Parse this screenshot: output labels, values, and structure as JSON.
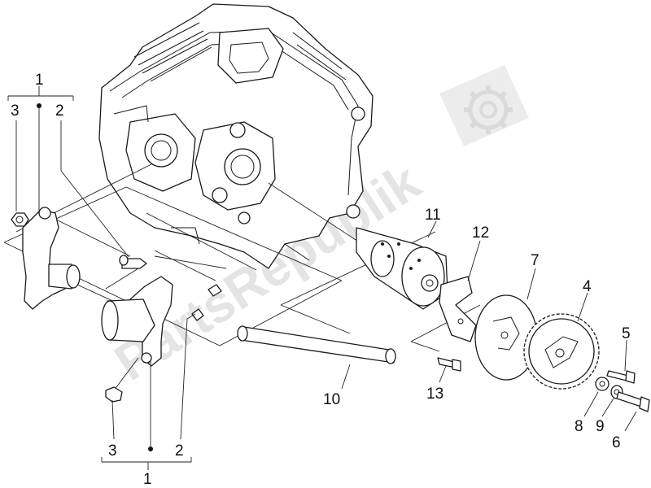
{
  "watermark": {
    "text": "PartsRepublik",
    "icon": "gear-icon"
  },
  "callouts": {
    "c1_top": "1",
    "c3_top": "3",
    "c2_top": "2",
    "c11": "11",
    "c12": "12",
    "c7": "7",
    "c4": "4",
    "c5": "5",
    "c10": "10",
    "c13": "13",
    "c8": "8",
    "c9": "9",
    "c6": "6",
    "c3_bottom": "3",
    "c2_bottom": "2",
    "c1_bottom": "1"
  }
}
